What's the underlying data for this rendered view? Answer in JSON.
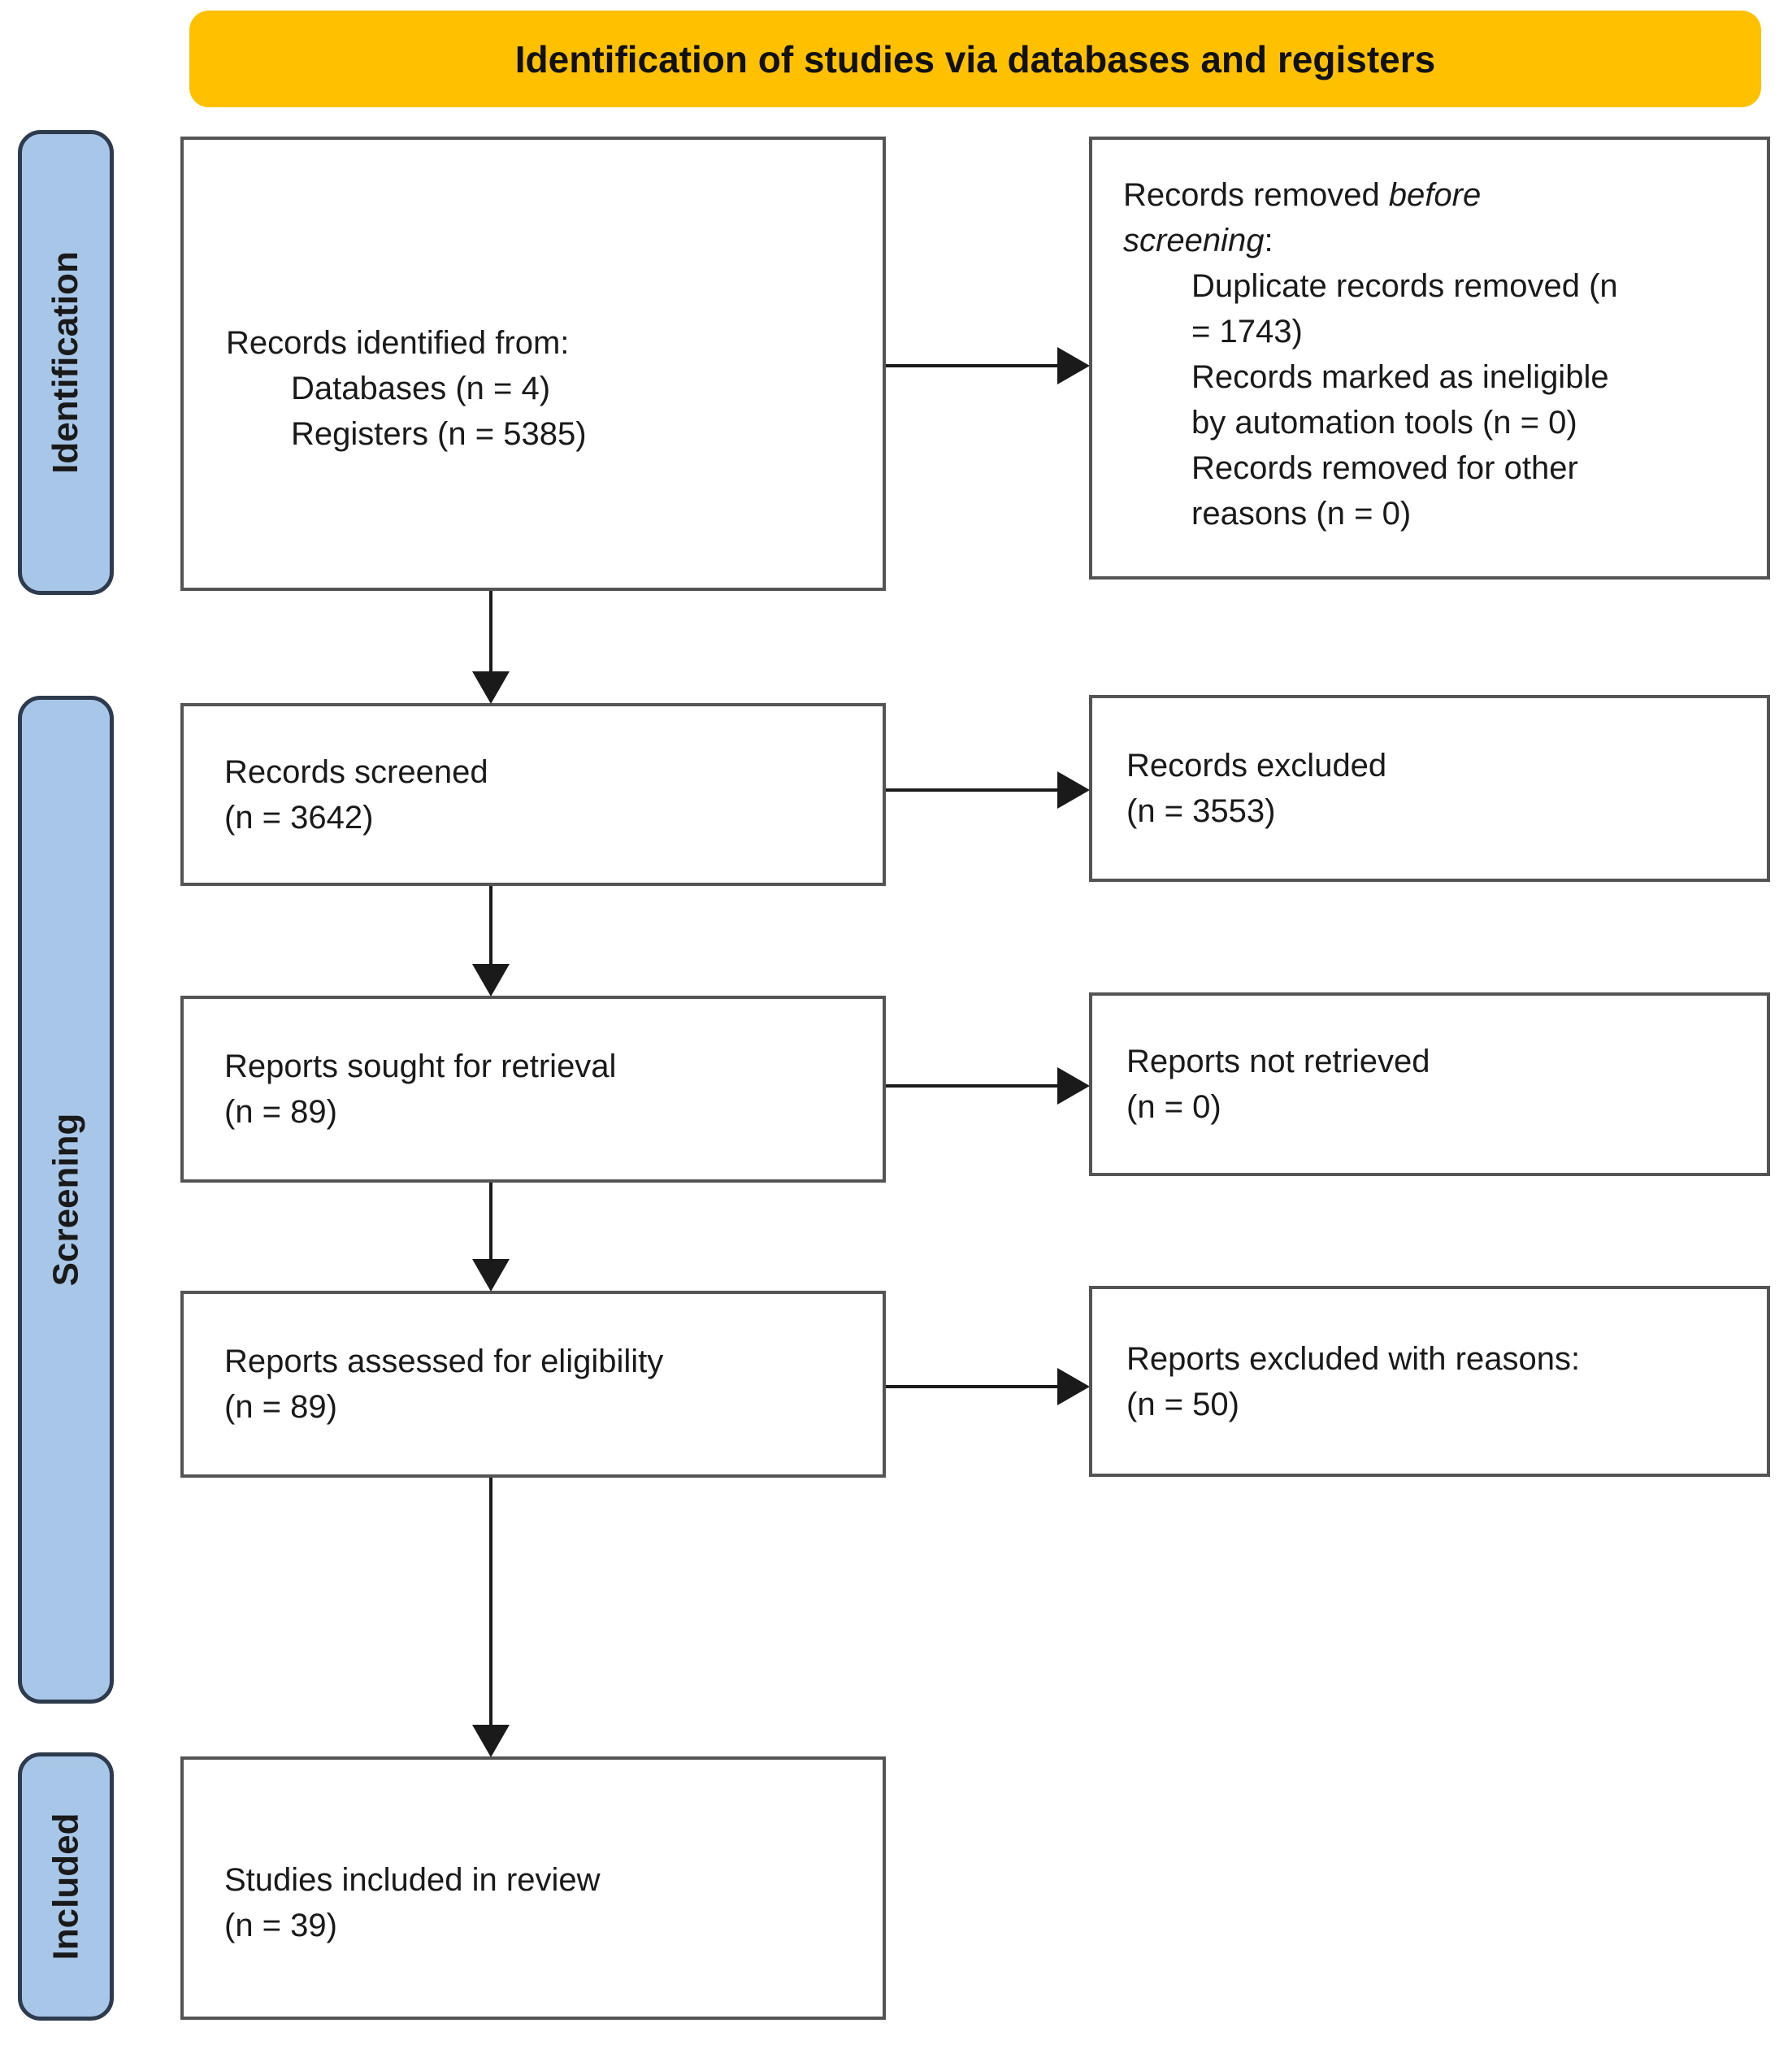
{
  "banner": {
    "label": "Identification of studies via databases and registers"
  },
  "stages": [
    {
      "label": "Identification"
    },
    {
      "label": "Screening"
    },
    {
      "label": "Included"
    }
  ],
  "flow": {
    "records_identified": {
      "lines": [
        "Records identified from:",
        "Databases (n = 4)",
        "Registers (n = 5385)"
      ]
    },
    "records_removed": {
      "intro_regular": "Records removed ",
      "intro_italic_word1": "before",
      "intro_italic_word2": "screening",
      "intro_colon": ":",
      "detail_lines": [
        "Duplicate records removed (n",
        "= 1743)",
        "Records marked as ineligible",
        "by automation tools (n = 0)",
        "Records removed for other",
        "reasons (n = 0)"
      ]
    },
    "records_screened": {
      "lines": [
        "Records screened",
        "(n = 3642)"
      ]
    },
    "records_excluded": {
      "lines": [
        "Records excluded",
        "(n = 3553)"
      ]
    },
    "reports_sought": {
      "lines": [
        "Reports sought for retrieval",
        "(n = 89)"
      ]
    },
    "reports_not_retrieved": {
      "lines": [
        "Reports not retrieved",
        "(n = 0)"
      ]
    },
    "reports_assessed": {
      "lines": [
        "Reports assessed for eligibility",
        "(n = 89)"
      ]
    },
    "reports_excluded_reasons": {
      "lines": [
        "Reports excluded with reasons:",
        "(n = 50)"
      ]
    },
    "studies_included": {
      "lines": [
        "Studies included in review",
        "(n = 39)"
      ]
    }
  },
  "colors": {
    "banner_bg": "#FFC000",
    "banner_text": "#111111",
    "stage_bg": "#A8C7E8",
    "stage_border": "#2E3B4E",
    "box_bg": "#FFFFFF",
    "box_border": "#545454",
    "text": "#1A1A1A",
    "arrow": "#1A1A1A",
    "page_bg": "#FFFFFF"
  }
}
